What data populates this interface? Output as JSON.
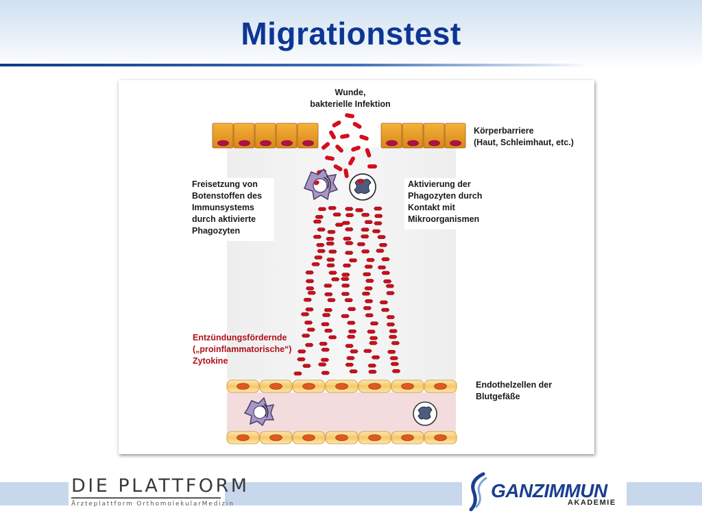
{
  "slide": {
    "title": "Migrationstest"
  },
  "diagram": {
    "wound_label": "Wunde,\nbakterielle Infektion",
    "barrier_label": "Körperbarriere\n(Haut, Schleimhaut, etc.)",
    "release_label": "Freisetzung von\nBotenstoffen des\nImmunsystems\ndurch aktivierte\nPhagozyten",
    "activation_label": "Aktivierung der\nPhagozyten durch\nKontakt mit\nMikroorganismen",
    "cytokine_label": "Entzündungsfördernde\n(„proinflammatorische“)\nZytokine",
    "endothel_label": "Endothelzellen der\nBlutgefäße",
    "colors": {
      "cytokine": "#c8101c",
      "bacteria": "#d40f1c",
      "barrier": "#e2911f",
      "endothel": "#f3c468",
      "vessel": "#f2dcdd",
      "macrophage": "#a896c4"
    }
  },
  "footer": {
    "left_brand": "DIE PLATTFORM",
    "left_sub": "Ärzteplattform OrthomolekularMedizin",
    "right_brand_a": "GANZ",
    "right_brand_b": "IMMUN",
    "right_sub": "AKADEMIE"
  }
}
